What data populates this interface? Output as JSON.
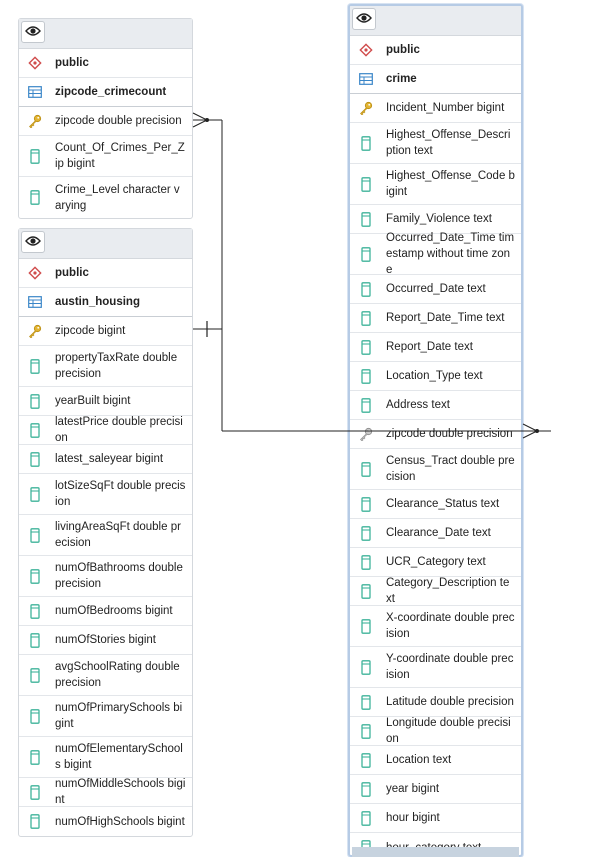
{
  "tables": [
    {
      "id": "crimecount",
      "schema": "public",
      "name": "zipcode_crimecount",
      "columns": [
        {
          "text": "zipcode double precision",
          "icon": "key-icon"
        },
        {
          "text": "Count_Of_Crimes_Per_Zip bigint",
          "icon": "column-icon"
        },
        {
          "text": "Crime_Level character varying",
          "icon": "column-icon"
        }
      ]
    },
    {
      "id": "housing",
      "schema": "public",
      "name": "austin_housing",
      "columns": [
        {
          "text": "zipcode bigint",
          "icon": "key-icon"
        },
        {
          "text": "propertyTaxRate double precision",
          "icon": "column-icon"
        },
        {
          "text": "yearBuilt bigint",
          "icon": "column-icon"
        },
        {
          "text": "latestPrice double precision",
          "icon": "column-icon"
        },
        {
          "text": "latest_saleyear bigint",
          "icon": "column-icon"
        },
        {
          "text": "lotSizeSqFt double precision",
          "icon": "column-icon"
        },
        {
          "text": "livingAreaSqFt double precision",
          "icon": "column-icon"
        },
        {
          "text": "numOfBathrooms double precision",
          "icon": "column-icon"
        },
        {
          "text": "numOfBedrooms bigint",
          "icon": "column-icon"
        },
        {
          "text": "numOfStories bigint",
          "icon": "column-icon"
        },
        {
          "text": "avgSchoolRating double precision",
          "icon": "column-icon"
        },
        {
          "text": "numOfPrimarySchools bigint",
          "icon": "column-icon"
        },
        {
          "text": "numOfElementarySchools bigint",
          "icon": "column-icon"
        },
        {
          "text": "numOfMiddleSchools bigint",
          "icon": "column-icon"
        },
        {
          "text": "numOfHighSchools bigint",
          "icon": "column-icon"
        }
      ]
    },
    {
      "id": "crime",
      "schema": "public",
      "name": "crime",
      "columns": [
        {
          "text": "Incident_Number bigint",
          "icon": "key-icon"
        },
        {
          "text": "Highest_Offense_Description text",
          "icon": "column-icon"
        },
        {
          "text": "Highest_Offense_Code bigint",
          "icon": "column-icon"
        },
        {
          "text": "Family_Violence text",
          "icon": "column-icon"
        },
        {
          "text": "Occurred_Date_Time timestamp without time zone",
          "icon": "column-icon"
        },
        {
          "text": "Occurred_Date text",
          "icon": "column-icon"
        },
        {
          "text": "Report_Date_Time text",
          "icon": "column-icon"
        },
        {
          "text": "Report_Date text",
          "icon": "column-icon"
        },
        {
          "text": "Location_Type text",
          "icon": "column-icon"
        },
        {
          "text": "Address text",
          "icon": "column-icon"
        },
        {
          "text": "zipcode double precision",
          "icon": "foreign-key-icon"
        },
        {
          "text": "Census_Tract double precision",
          "icon": "column-icon"
        },
        {
          "text": "Clearance_Status text",
          "icon": "column-icon"
        },
        {
          "text": "Clearance_Date text",
          "icon": "column-icon"
        },
        {
          "text": "UCR_Category text",
          "icon": "column-icon"
        },
        {
          "text": "Category_Description text",
          "icon": "column-icon"
        },
        {
          "text": "X-coordinate double precision",
          "icon": "column-icon"
        },
        {
          "text": "Y-coordinate double precision",
          "icon": "column-icon"
        },
        {
          "text": "Latitude double precision",
          "icon": "column-icon"
        },
        {
          "text": "Longitude double precision",
          "icon": "column-icon"
        },
        {
          "text": "Location text",
          "icon": "column-icon"
        },
        {
          "text": "year bigint",
          "icon": "column-icon"
        },
        {
          "text": "hour bigint",
          "icon": "column-icon"
        },
        {
          "text": "hour_category text",
          "icon": "column-icon"
        }
      ]
    }
  ],
  "colors": {
    "key": "#e3b532",
    "column": "#3fb39a",
    "schema": "#d04c4c",
    "table": "#3a86c8",
    "edge": "#222222"
  }
}
